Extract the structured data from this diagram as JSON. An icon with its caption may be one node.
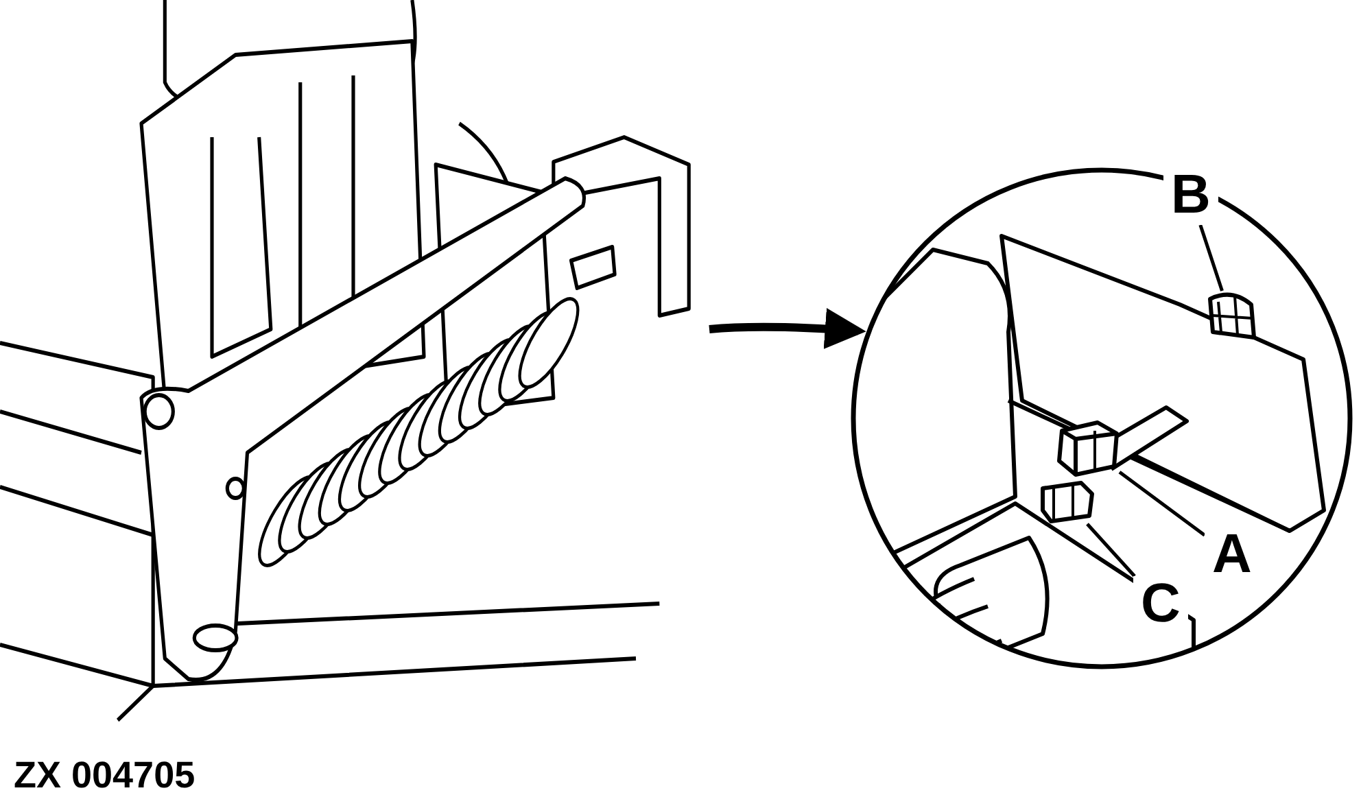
{
  "diagram": {
    "nodes": [
      {
        "text": [],
        "shape": "picture"
      },
      {
        "text": [],
        "shape": "picture"
      },
      {
        "text": [
          "B"
        ],
        "in": 1
      },
      {
        "text": [
          "A"
        ],
        "in": 1
      },
      {
        "text": [
          "C"
        ],
        "in": 1
      },
      {
        "text": [],
        "shape": "picture",
        "in": 1
      },
      {
        "text": [],
        "shape": "picture",
        "in": 1
      },
      {
        "text": [],
        "shape": "picture",
        "in": 1
      }
    ],
    "edges": [
      {
        "from": 0,
        "to": 1,
        "arrow": "to",
        "style": "thick"
      },
      {
        "from": 2,
        "to": 5,
        "arrow": "none"
      },
      {
        "from": 3,
        "to": 6,
        "arrow": "none"
      },
      {
        "from": 4,
        "to": 7,
        "arrow": "none"
      }
    ],
    "labels": [
      "ZX 004705"
    ]
  }
}
